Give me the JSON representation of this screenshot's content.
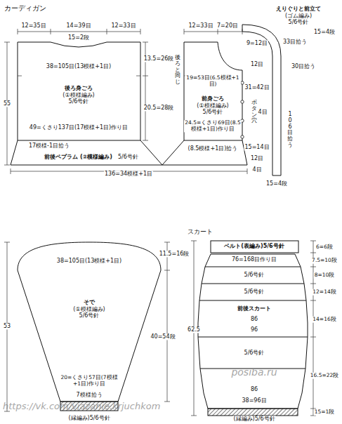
{
  "diagram": {
    "nodes": [
      {
        "text": [
          "後ろ身ごろ",
          "(①模様編み)",
          "5/6号針"
        ]
      },
      {
        "text": [
          "前身ごろ",
          "(①模様編み)",
          "5/6号針"
        ]
      },
      {
        "text": [
          "前後ペプラム (②模様編み)",
          "5/6号針"
        ]
      },
      {
        "text": [
          "えりぐりと前立て",
          "(ゴム編み)",
          "5/6号針"
        ]
      },
      {
        "text": [
          "そで",
          "(①模様編み)",
          "5/6号針"
        ]
      },
      {
        "text": [
          "ベルト(表編み)5/6号針"
        ]
      },
      {
        "text": [
          "前後スカート"
        ]
      }
    ],
    "labels": [
      "カーディガン",
      "12=35目",
      "14=39目",
      "12=33目",
      "15=2段",
      "13.5=26段",
      "20.5=28段",
      "38=105目(13模様+1目)",
      "49=くさり137目(17模様+1目)作り目",
      "17模様-1目拾う",
      "55",
      "136=34模様+1目",
      "後ろと同じ",
      "12=33目",
      "7=20目",
      "19=53目(6.5模様+1目)",
      "24.5=くさり69目(8.5模様+1目)作り目",
      "(8.5模様+1目)拾う",
      "9=12目",
      "12目",
      "31=42目",
      "ボタン穴",
      "4目",
      "15=14目",
      "12目",
      "4目",
      "33目拾う",
      "15=4段",
      "30目拾う",
      "106目拾う",
      "15=4段",
      "38=105目(13模様+1目)",
      "11.5=16段",
      "40=54段",
      "53",
      "20=くさり57目(7模様+1目)作り目",
      "7模様拾う",
      "(縁編み)5/6号針",
      "スカート",
      "76=168目作り目",
      "5/6号針",
      "5/6号針",
      "86",
      "96",
      "5/6号針",
      "86",
      "38=96目",
      "(縁編み)5/6号針",
      "6=6段",
      "7.5=10段",
      "8=10段",
      "12=14段",
      "14=16段",
      "16.5=22段",
      "15=1段",
      "62.5",
      "https://vk.com/vjazanie.krjuchkom",
      "posiba.ru"
    ]
  }
}
